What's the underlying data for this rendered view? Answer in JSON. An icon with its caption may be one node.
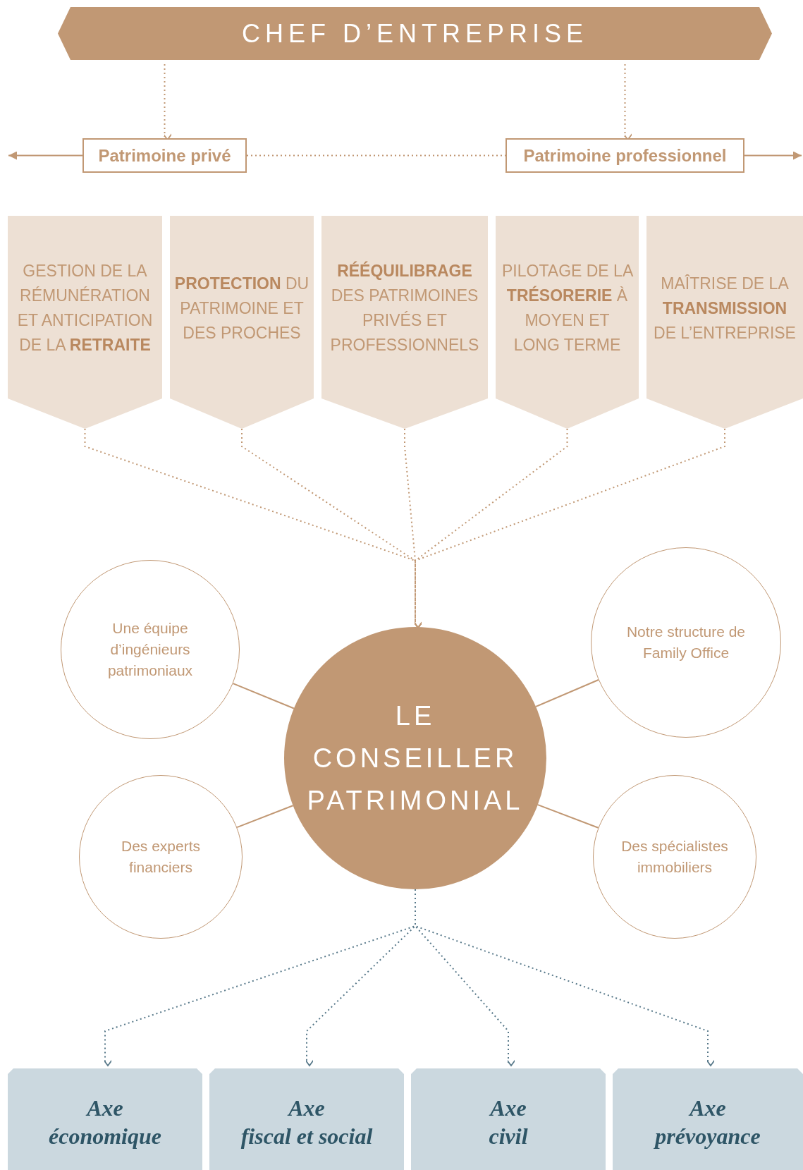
{
  "diagram": {
    "nodes": [
      {
        "text": [
          "CHEF D’ENTREPRISE"
        ]
      },
      {
        "text": [
          "Patrimoine privé"
        ]
      },
      {
        "text": [
          "Patrimoine professionnel"
        ]
      },
      {
        "text": [
          "GESTION DE LA RÉMUNÉRATION ET ANTICIPATION DE LA **RETRAITE**"
        ]
      },
      {
        "text": [
          "**PROTECTION** DU PATRIMOINE ET DES PROCHES"
        ]
      },
      {
        "text": [
          "**RÉÉQUILIBRAGE** DES PATRIMOINES PRIVÉS ET PROFESSIONNELS"
        ]
      },
      {
        "text": [
          "PILOTAGE DE LA **TRÉSORERIE** À MOYEN ET LONG TERME"
        ]
      },
      {
        "text": [
          "MAÎTRISE DE LA **TRANSMISSION** DE L’ENTREPRISE"
        ]
      },
      {
        "text": [
          "LE CONSEILLER PATRIMONIAL"
        ]
      },
      {
        "text": [
          "Une équipe d’ingénieurs patrimoniaux"
        ]
      },
      {
        "text": [
          "Notre structure de Family Office"
        ]
      },
      {
        "text": [
          "Des experts financiers"
        ]
      },
      {
        "text": [
          "Des spécialistes immobiliers"
        ]
      },
      {
        "text": [
          "Axe économique"
        ]
      },
      {
        "text": [
          "Axe fiscal et social"
        ]
      },
      {
        "text": [
          "Axe civil"
        ]
      },
      {
        "text": [
          "Axe prévoyance"
        ]
      }
    ],
    "edges": [
      {
        "from": 0,
        "to": 1,
        "arrow": "to",
        "style": "dashed"
      },
      {
        "from": 0,
        "to": 2,
        "arrow": "to",
        "style": "dashed"
      },
      {
        "from": 1,
        "to": null,
        "arrow": "to"
      },
      {
        "from": 1,
        "to": 2,
        "arrow": "none",
        "style": "dashed"
      },
      {
        "from": 2,
        "to": null,
        "arrow": "to"
      },
      {
        "from": 3,
        "to": 8,
        "arrow": "to",
        "style": "dashed"
      },
      {
        "from": 4,
        "to": 8,
        "arrow": "to",
        "style": "dashed"
      },
      {
        "from": 5,
        "to": 8,
        "arrow": "to",
        "style": "dashed"
      },
      {
        "from": 6,
        "to": 8,
        "arrow": "to",
        "style": "dashed"
      },
      {
        "from": 7,
        "to": 8,
        "arrow": "to",
        "style": "dashed"
      },
      {
        "from": 9,
        "to": 8,
        "arrow": "none"
      },
      {
        "from": 10,
        "to": 8,
        "arrow": "none"
      },
      {
        "from": 11,
        "to": 8,
        "arrow": "none"
      },
      {
        "from": 12,
        "to": 8,
        "arrow": "none"
      },
      {
        "from": 8,
        "to": 13,
        "arrow": "to",
        "style": "dashed",
        "color": "#58798a"
      },
      {
        "from": 8,
        "to": 14,
        "arrow": "to",
        "style": "dashed",
        "color": "#58798a"
      },
      {
        "from": 8,
        "to": 15,
        "arrow": "to",
        "style": "dashed",
        "color": "#58798a"
      },
      {
        "from": 8,
        "to": 16,
        "arrow": "to",
        "style": "dashed",
        "color": "#58798a"
      }
    ]
  }
}
